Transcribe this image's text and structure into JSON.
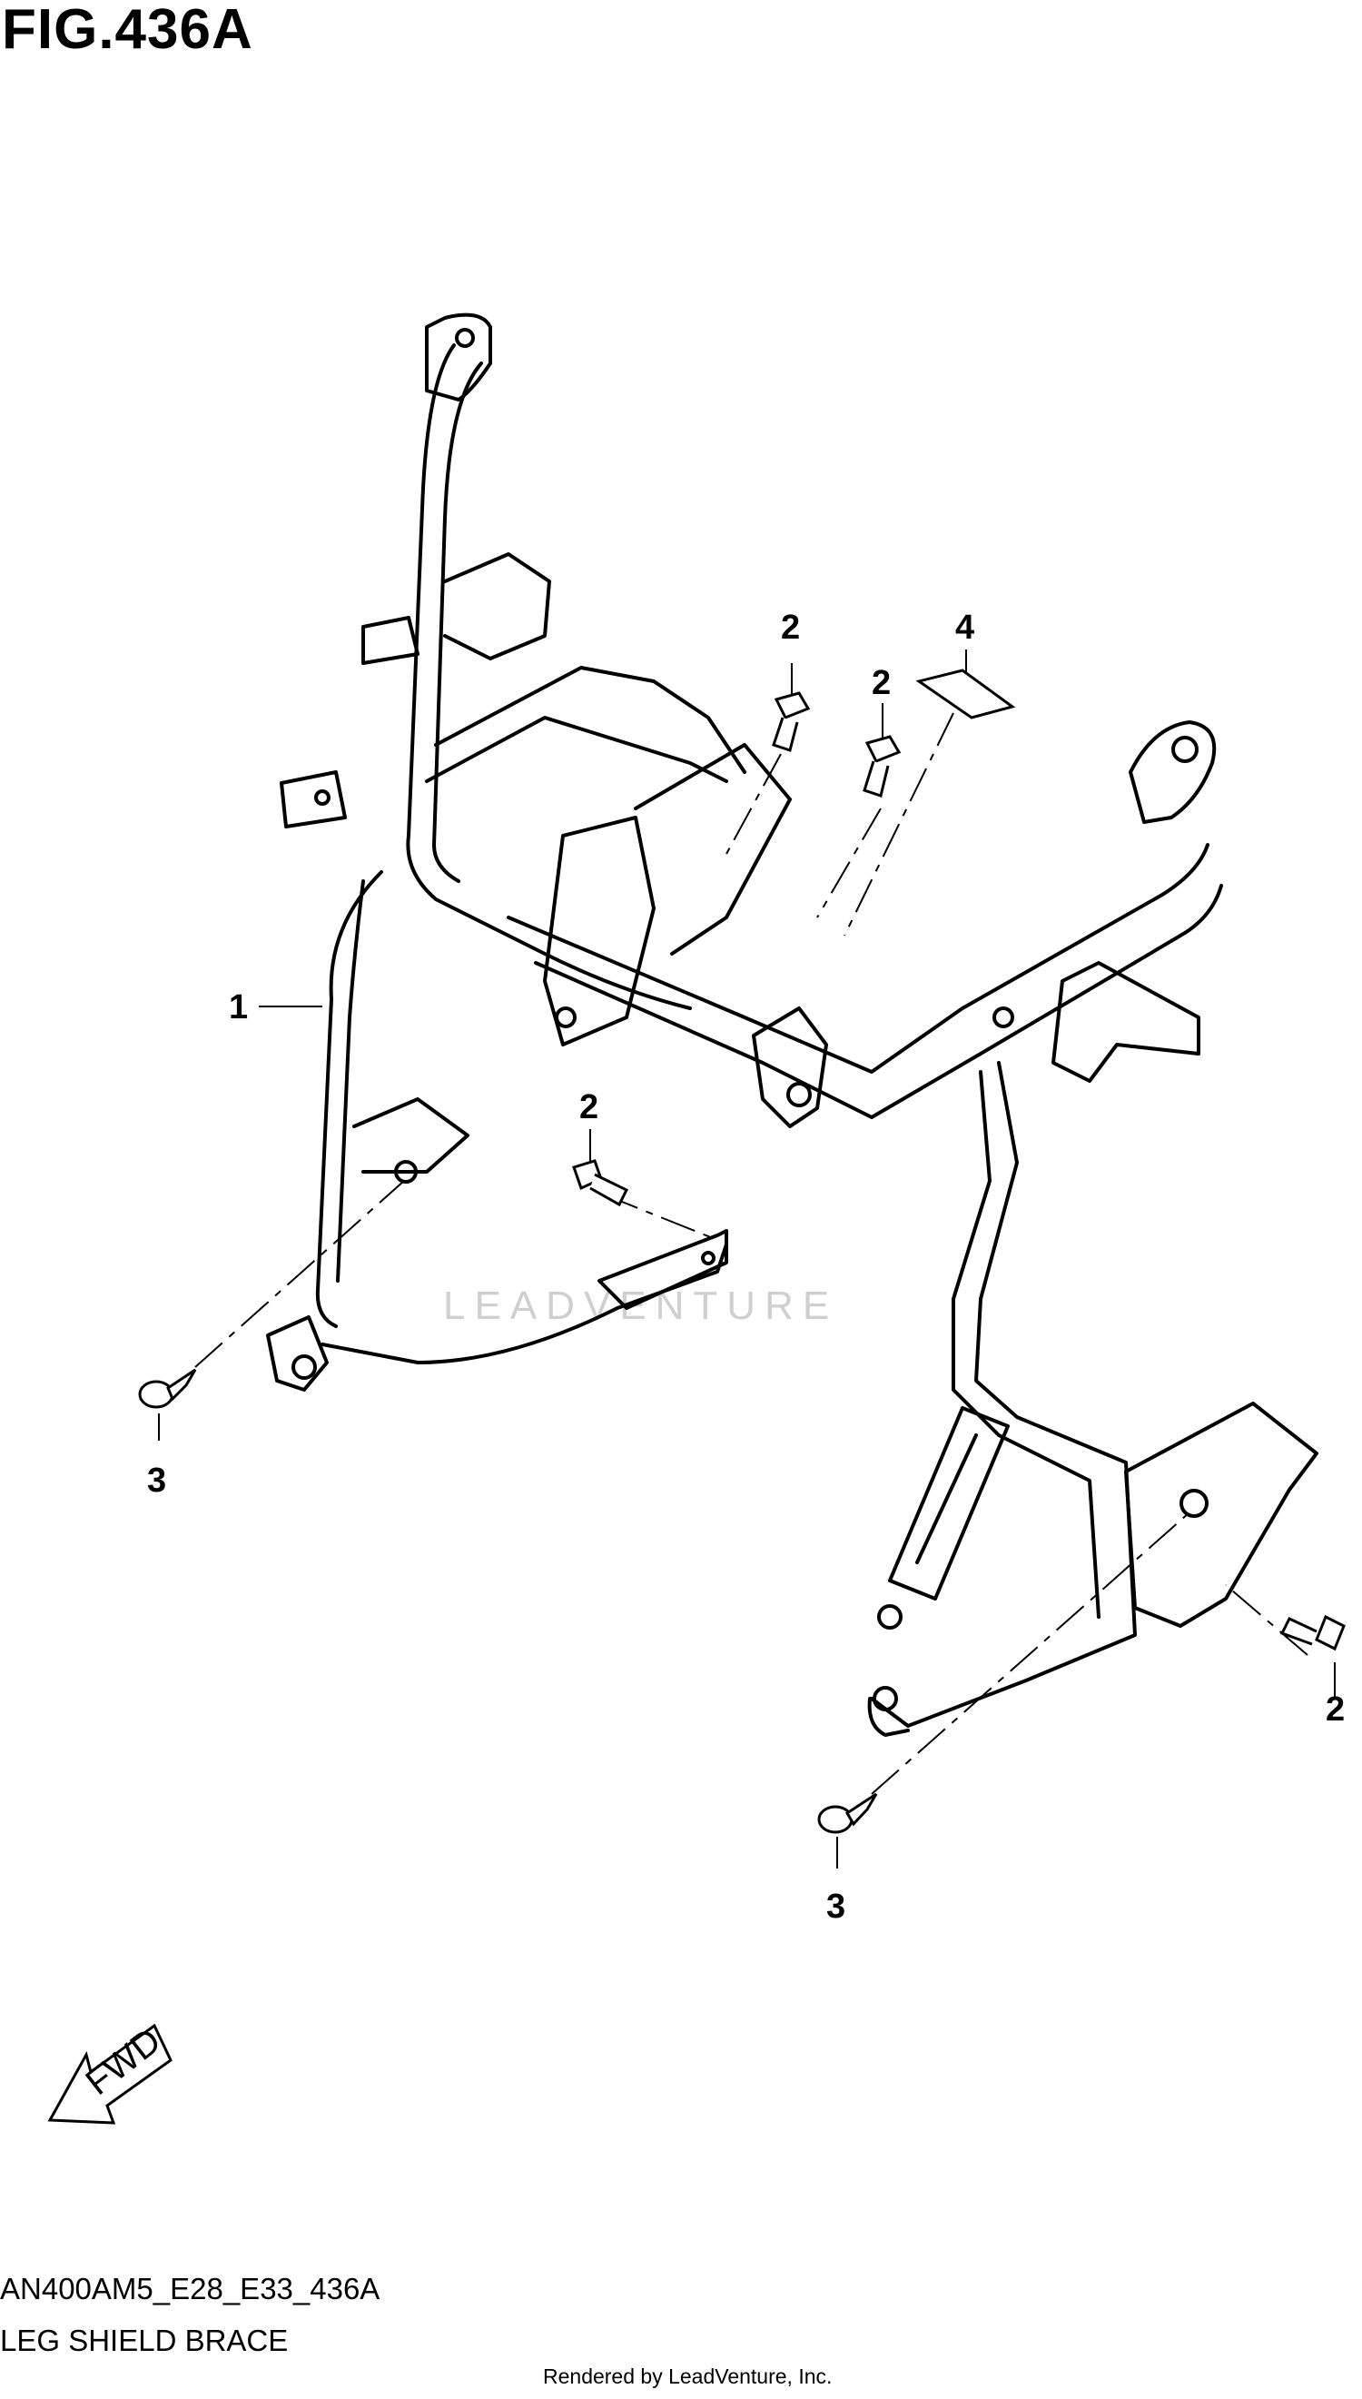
{
  "figure": {
    "title": "FIG.436A"
  },
  "callouts": [
    {
      "id": "c1",
      "text": "1"
    },
    {
      "id": "c2a",
      "text": "2"
    },
    {
      "id": "c2b",
      "text": "2"
    },
    {
      "id": "c2c",
      "text": "2"
    },
    {
      "id": "c2d",
      "text": "2"
    },
    {
      "id": "c3a",
      "text": "3"
    },
    {
      "id": "c3b",
      "text": "3"
    },
    {
      "id": "c4",
      "text": "4"
    }
  ],
  "fwd": {
    "label": "FWD"
  },
  "footer": {
    "code": "AN400AM5_E28_E33_436A",
    "caption": "LEG SHIELD BRACE",
    "rendered_by": "Rendered by LeadVenture, Inc."
  },
  "watermark": {
    "text": "LEADVENTURE"
  }
}
